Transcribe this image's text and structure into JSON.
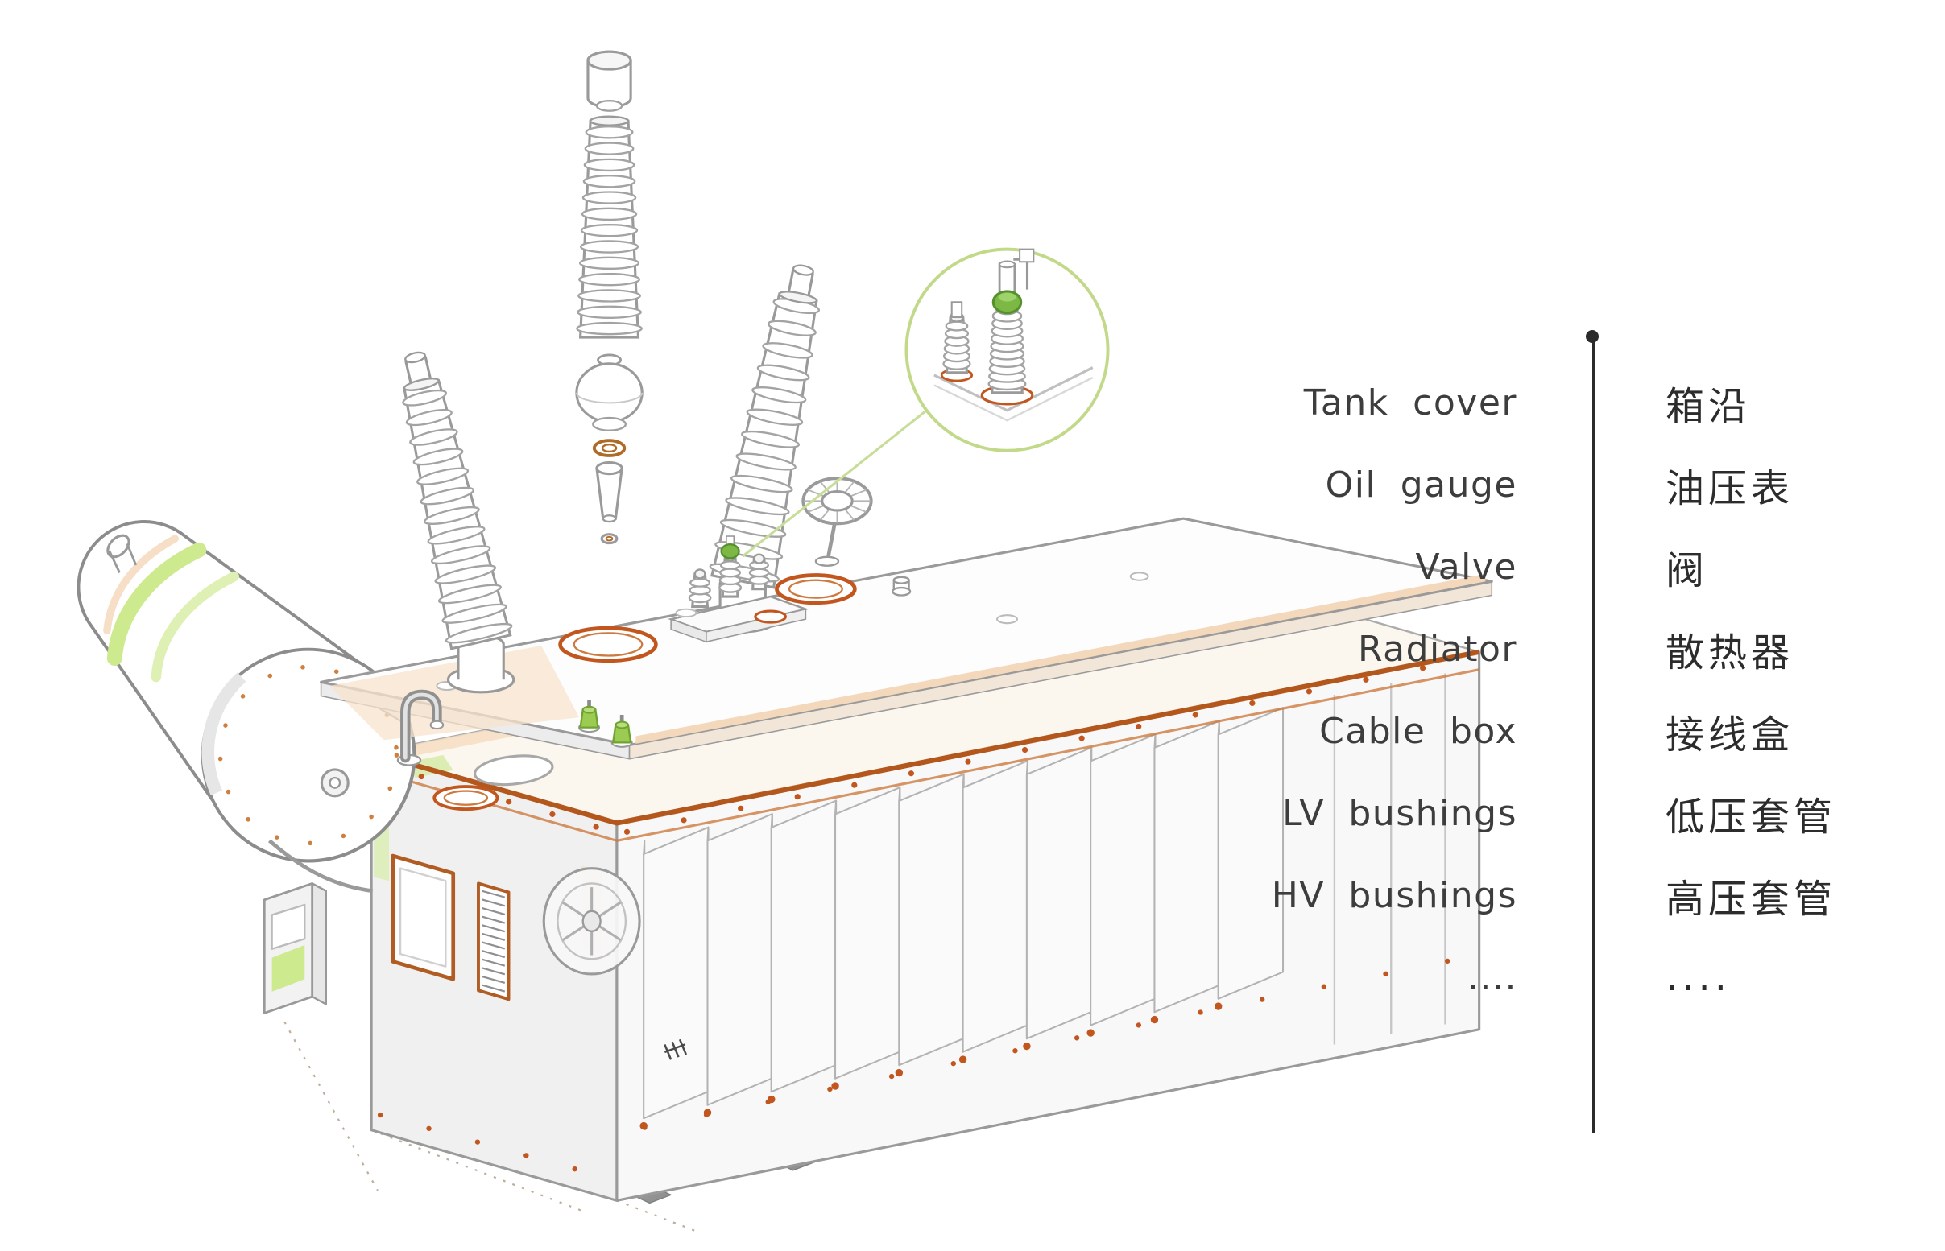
{
  "figure": {
    "background": "#ffffff"
  },
  "legend": {
    "items": [
      {
        "en": "Tank cover",
        "zh": "箱沿"
      },
      {
        "en": "Oil gauge",
        "zh": "油压表"
      },
      {
        "en": "Valve",
        "zh": "阀"
      },
      {
        "en": "Radiator",
        "zh": "散热器"
      },
      {
        "en": "Cable box",
        "zh": "接线盒"
      },
      {
        "en": "LV bushings",
        "zh": "低压套管"
      },
      {
        "en": "HV bushings",
        "zh": "高压套管"
      },
      {
        "en": "....",
        "zh": "...."
      }
    ]
  },
  "diagram": {
    "subject": "oil-immersed-power-transformer-exploded-isometric-line-drawing",
    "colors": {
      "outline": "#9a9a9a",
      "accent_orange": "#c2561f",
      "accent_orange_soft": "#f3d8bc",
      "accent_green": "#7cb843",
      "accent_green_pale": "#cdea8f",
      "callout_stroke": "#c3d98a",
      "divider": "#2b2b2b",
      "text": "#3d3d3d"
    },
    "parts": [
      "tank-cover",
      "oil-gauge",
      "valve",
      "radiator-fins",
      "cable-box",
      "lv-bushings",
      "hv-bushings",
      "conservator-tank",
      "exploded-hv-bushing",
      "mounting-skids",
      "valve-detail-callout",
      "cooling-fan",
      "breather-pipe"
    ]
  }
}
